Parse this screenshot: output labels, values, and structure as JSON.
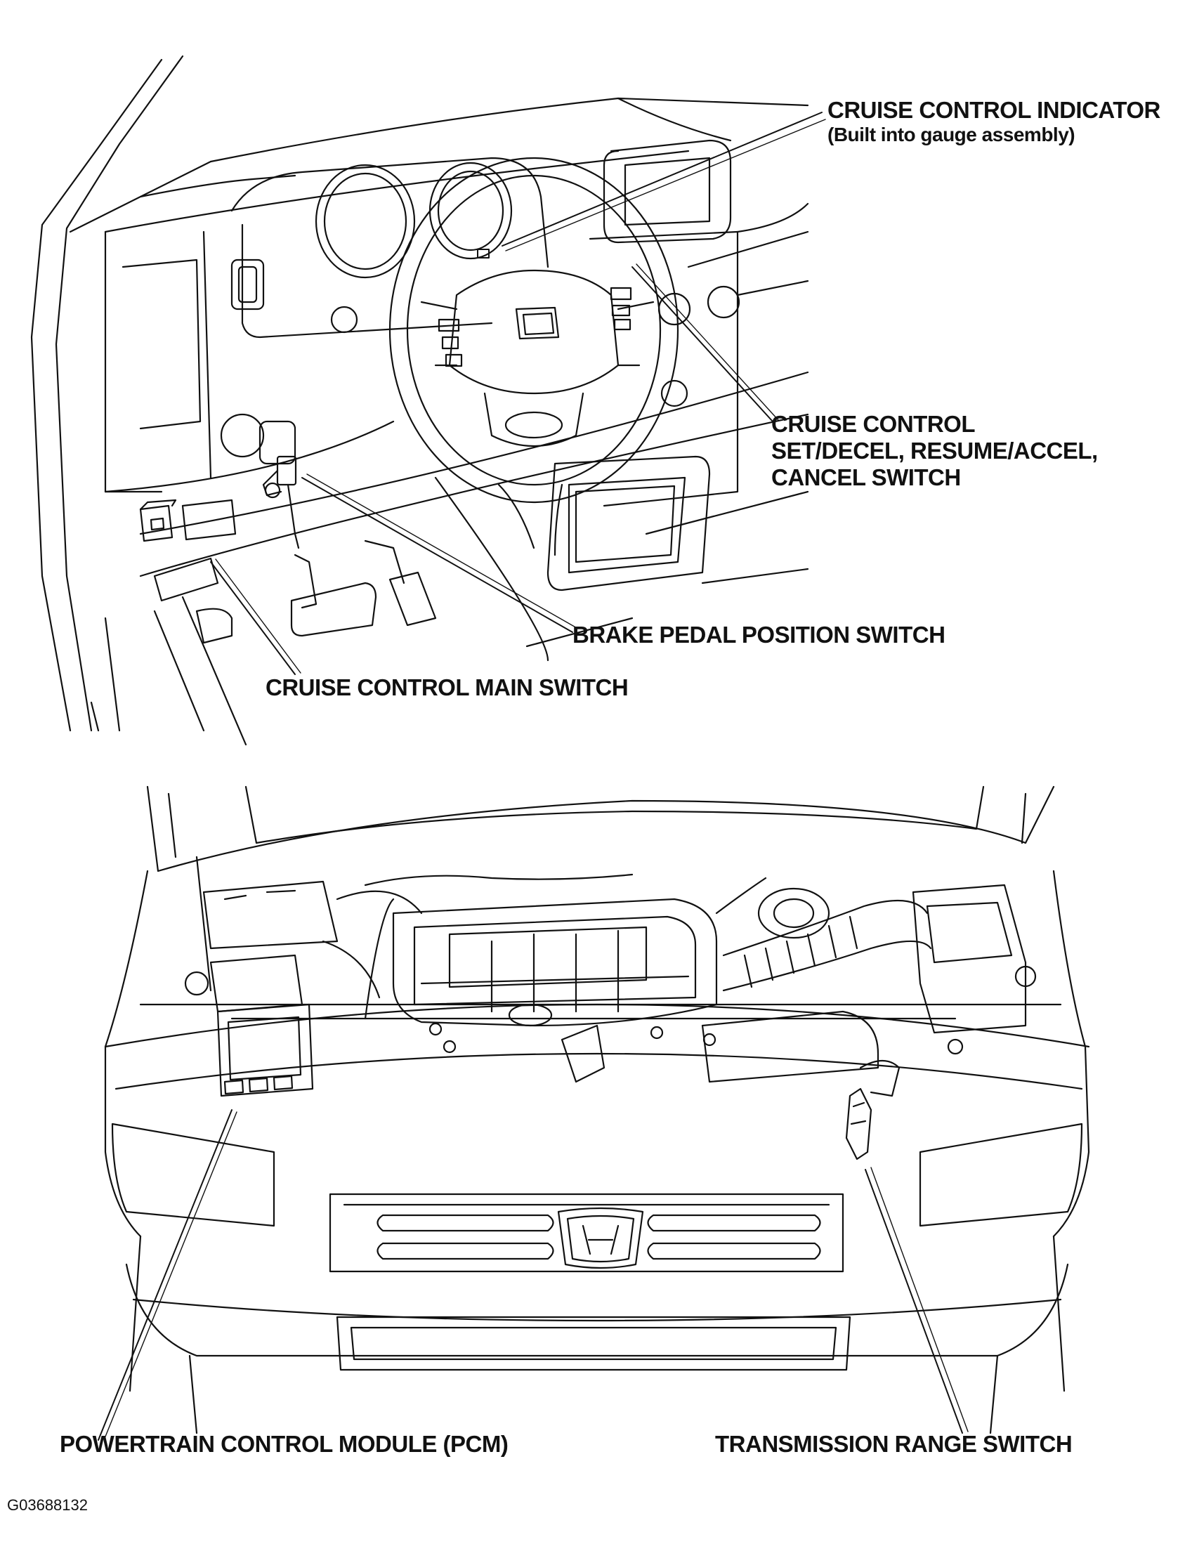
{
  "labels": {
    "cruise_indicator": {
      "line1": "CRUISE CONTROL INDICATOR",
      "line2": "(Built into gauge assembly)"
    },
    "cruise_switch": {
      "line1": "CRUISE CONTROL",
      "line2": "SET/DECEL, RESUME/ACCEL,",
      "line3": "CANCEL SWITCH"
    },
    "brake_pedal": "BRAKE PEDAL POSITION SWITCH",
    "main_switch": "CRUISE CONTROL MAIN SWITCH",
    "pcm": "POWERTRAIN CONTROL MODULE (PCM)",
    "trans_range": "TRANSMISSION RANGE SWITCH"
  },
  "figure_id": "G03688132",
  "colors": {
    "ink": "#111111",
    "paper": "#ffffff"
  }
}
